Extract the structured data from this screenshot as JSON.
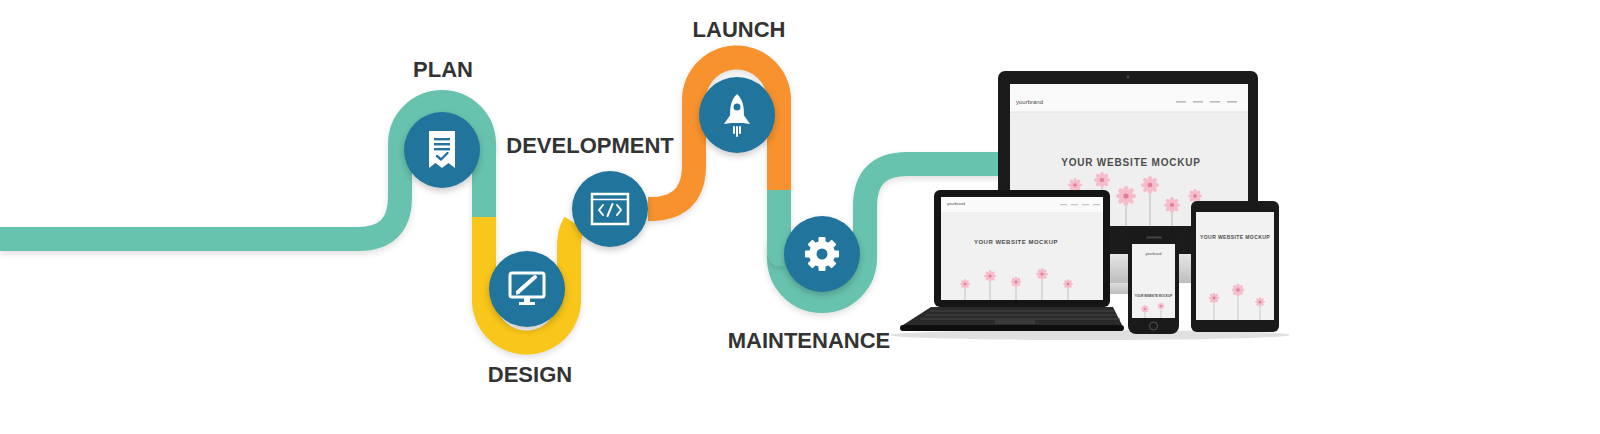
{
  "diagram": {
    "nodes": [
      {
        "text": [
          "PLAN"
        ]
      },
      {
        "text": [
          "DESIGN"
        ]
      },
      {
        "text": [
          "DEVELOPMENT"
        ]
      },
      {
        "text": [
          "LAUNCH"
        ]
      },
      {
        "text": [
          "MAINTENANCE"
        ]
      }
    ],
    "edges": [
      {
        "from": 0,
        "to": 1,
        "arrow": "none"
      },
      {
        "from": 1,
        "to": 2,
        "arrow": "none"
      },
      {
        "from": 2,
        "to": 3,
        "arrow": "none"
      },
      {
        "from": 3,
        "to": 4,
        "arrow": "none"
      }
    ],
    "labels": [
      "yourbrand",
      "YOUR WEBSITE MOCKUP",
      "yourbrand",
      "YOUR WEBSITE MOCKUP",
      "yourbrand",
      "YOUR WEBSITE MOCKUP",
      "YOUR WEBSITE MOCKUP"
    ]
  }
}
